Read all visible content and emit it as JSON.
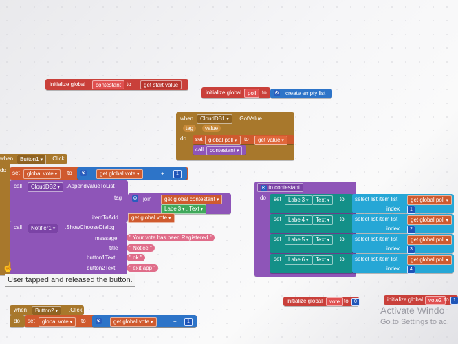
{
  "init_contestant": {
    "label": "initialize global",
    "name": "contestant",
    "to": "to",
    "value": "get start value"
  },
  "init_poll": {
    "label": "initialize global",
    "name": "poll",
    "to": "to",
    "value": "create empty list"
  },
  "gotvalue": {
    "when": "when",
    "component": "CloudDB1",
    "event": ".GotValue",
    "param1": "tag",
    "param2": "value",
    "do": "do",
    "set": "set",
    "target": "global poll",
    "to": "to",
    "get": "get",
    "get_value": "value",
    "call": "call",
    "proc": "contestant"
  },
  "button1": {
    "when": "when",
    "component": "Button1",
    "event": ".Click",
    "do": "do",
    "set": "set",
    "var": "global vote",
    "to": "to",
    "get": "get",
    "get_var": "global vote",
    "op": "+",
    "num": "1"
  },
  "append": {
    "call": "call",
    "component": "CloudDB2",
    "method": ".AppendValueToList",
    "tag": "tag",
    "join": "join",
    "get": "get",
    "join_var": "global contestant",
    "label": "Label3",
    "prop": "Text",
    "item": "itemToAdd",
    "item_get": "get",
    "item_var": "global vote"
  },
  "notifier": {
    "call": "call",
    "component": "Notifier1",
    "method": ".ShowChooseDialog",
    "message": "message",
    "message_val": "Your vote has been Registered",
    "title": "title",
    "title_val": "Notice",
    "b1": "button1Text",
    "b1_val": "ok",
    "b2": "button2Text",
    "b2_val": "exit app"
  },
  "procedure": {
    "to": "to",
    "name": "contestant",
    "do": "do",
    "rows": [
      {
        "set": "set",
        "label": "Label3",
        "prop": "Text",
        "to": "to",
        "select": "select list item list",
        "get": "get",
        "var": "global poll",
        "index": "index",
        "num": "1"
      },
      {
        "set": "set",
        "label": "Label4",
        "prop": "Text",
        "to": "to",
        "select": "select list item list",
        "get": "get",
        "var": "global poll",
        "index": "index",
        "num": "2"
      },
      {
        "set": "set",
        "label": "Label5",
        "prop": "Text",
        "to": "to",
        "select": "select list item list",
        "get": "get",
        "var": "global poll",
        "index": "index",
        "num": "3"
      },
      {
        "set": "set",
        "label": "Label6",
        "prop": "Text",
        "to": "to",
        "select": "select list item list",
        "get": "get",
        "var": "global poll",
        "index": "index",
        "num": "4"
      }
    ]
  },
  "tooltip": "User tapped and released the button.",
  "button2": {
    "when": "when",
    "component": "Button2",
    "event": ".Click",
    "do": "do",
    "set": "set",
    "var": "global vote",
    "to": "to",
    "get": "get",
    "get_var": "global vote",
    "op": "+",
    "num": "1"
  },
  "init_vote": {
    "label": "initialize global",
    "name": "vote",
    "to": "to",
    "num": "0"
  },
  "init_vote2": {
    "label": "initialize global",
    "name": "vote2",
    "to": "to",
    "num": "1"
  },
  "watermark": {
    "line1": "Activate Windo",
    "line2": "Go to Settings to ac"
  }
}
